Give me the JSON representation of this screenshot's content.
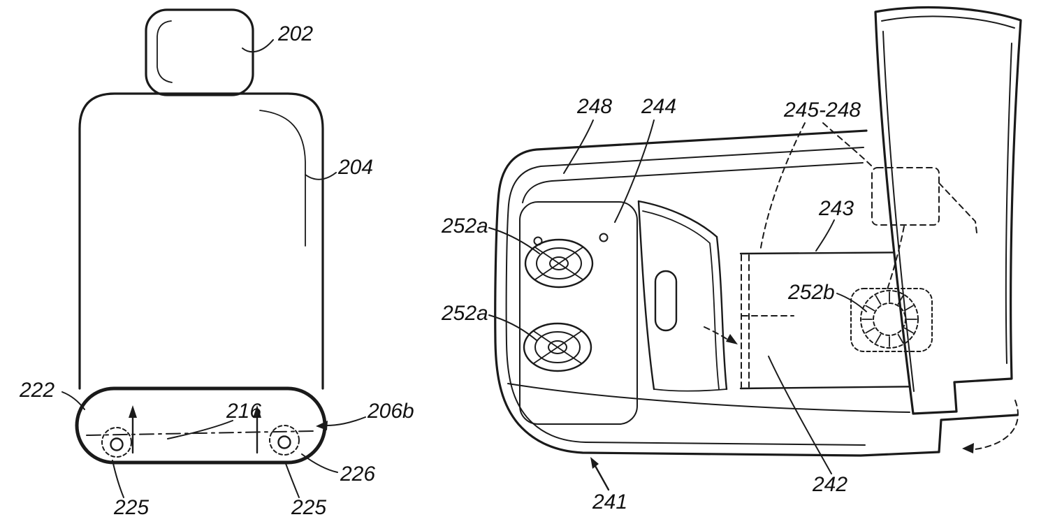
{
  "page": {
    "background": "#ffffff",
    "line_color": "#1a1a1a",
    "description": "Patent line drawing of a vehicle seat: front view (left) and seat-bottom perspective view (right)"
  },
  "figures": {
    "seat_front_view": {
      "labels": {
        "headrest": "202",
        "seat_back": "204",
        "seat_base": "222",
        "centerline": "216",
        "base_shell": "206b",
        "fan_outline": "226",
        "fan_left": "225",
        "fan_right": "225"
      }
    },
    "seat_bottom_view": {
      "labels": {
        "rim": "248",
        "pan": "244",
        "assembly_range": "245-248",
        "duct": "243",
        "blower_upper": "252a",
        "blower_lower": "252a",
        "blower_rear": "252b",
        "cushion": "242",
        "base": "241"
      }
    }
  }
}
